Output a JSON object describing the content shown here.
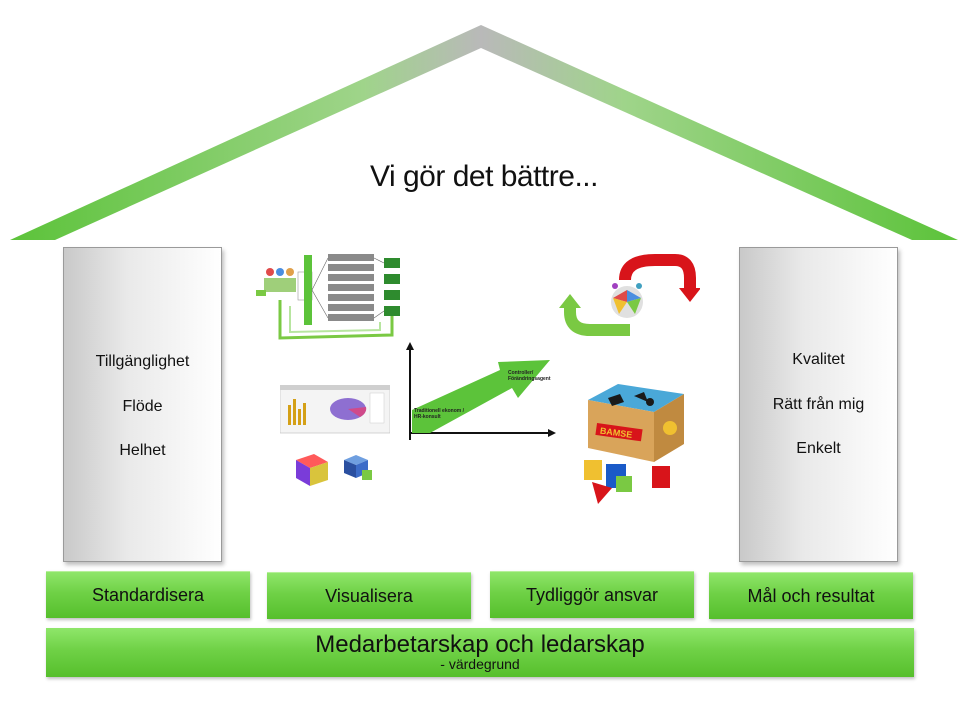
{
  "title": "Vi gör det bättre...",
  "pillars": {
    "left": [
      "Tillgänglighet",
      "Flöde",
      "Helhet"
    ],
    "right": [
      "Kvalitet",
      "Rätt från mig",
      "Enkelt"
    ]
  },
  "beams": [
    "Standardisera",
    "Visualisera",
    "Tydliggör ansvar",
    "Mål och resultat"
  ],
  "foundation": {
    "title": "Medarbetarskap och ledarskap",
    "subtitle": "- värdegrund"
  },
  "arrow_chart": {
    "lower_label": "Traditionell ekonom / HR-konsult",
    "upper_label": "Controller/ Förändringsagent"
  },
  "toy": {
    "brand": "BAMSE"
  },
  "colors": {
    "roof_green": "#5cc33a",
    "roof_gray": "#b9b9b9",
    "beam_green": "#6fd146",
    "cycle_red": "#d8141a",
    "cycle_green": "#7ac943",
    "toy_wood": "#d9a45a"
  }
}
